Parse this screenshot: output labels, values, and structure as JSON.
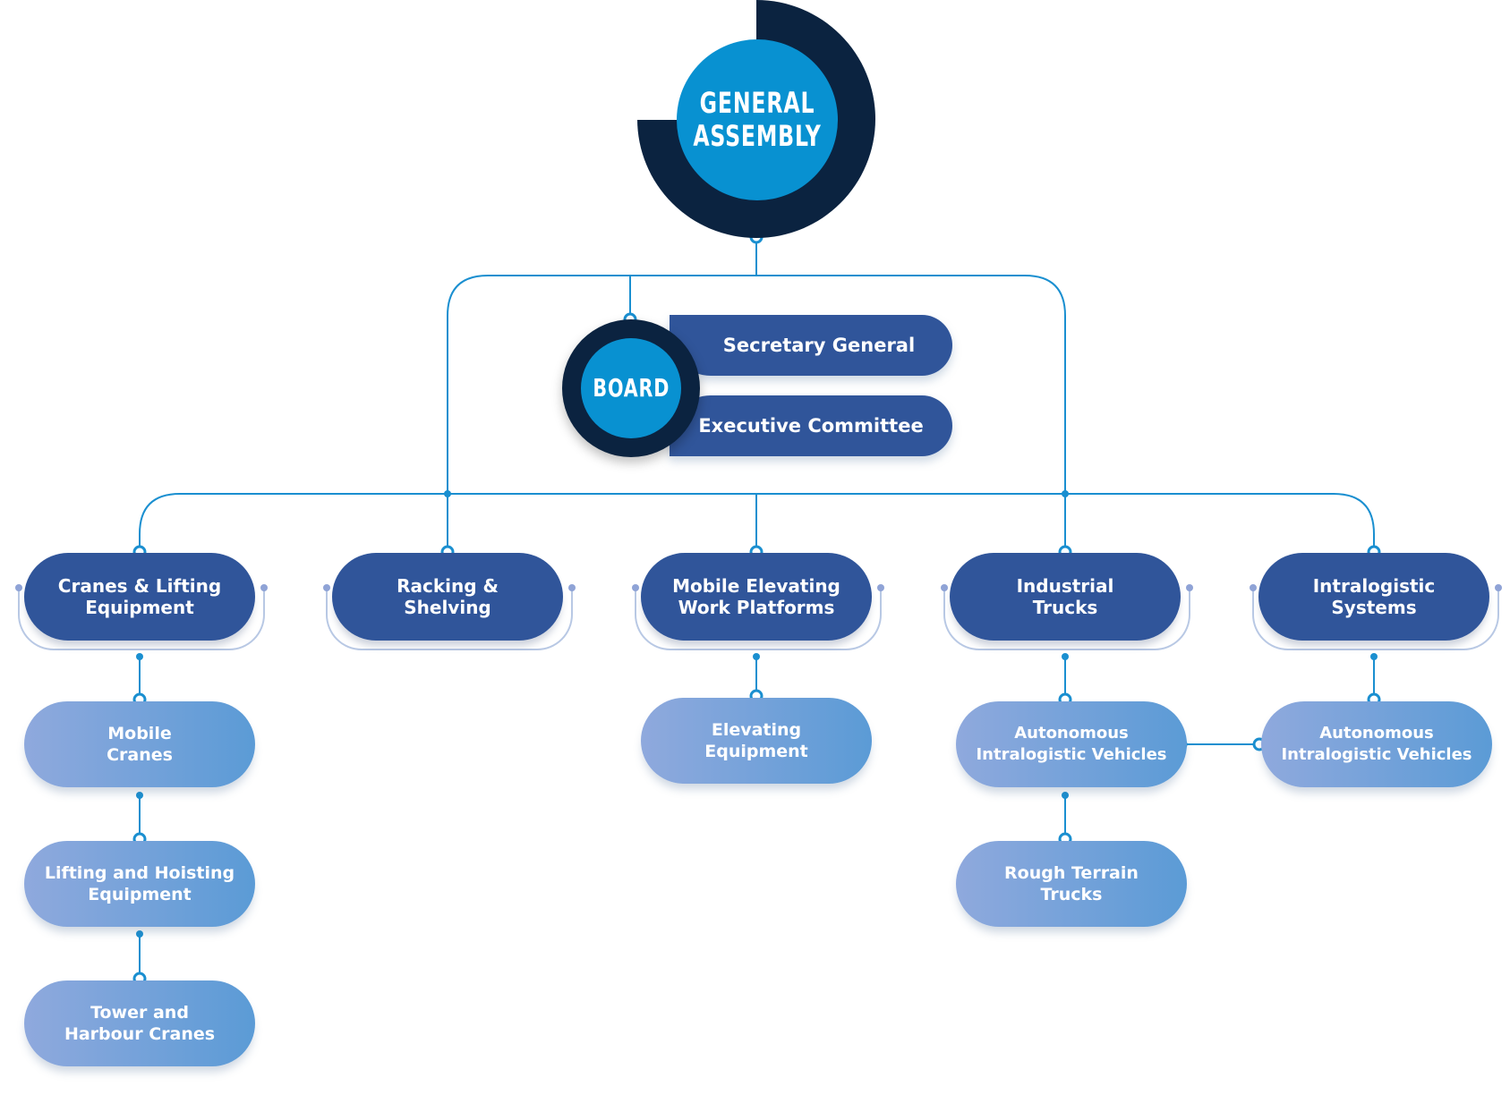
{
  "general_assembly": {
    "label": "GENERAL\nASSEMBLY"
  },
  "board": {
    "label": "BOARD",
    "secretary_general": "Secretary General",
    "executive_committee": "Executive Committee"
  },
  "categories": [
    {
      "label": "Cranes & Lifting Equipment"
    },
    {
      "label": "Racking & Shelving"
    },
    {
      "label": "Mobile Elevating Work Platforms"
    },
    {
      "label": "Industrial Trucks"
    },
    {
      "label": "Intralogistic Systems"
    }
  ],
  "subs": {
    "mobile_cranes": "Mobile Cranes",
    "lifting_hoisting": "Lifting and Hoisting Equipment",
    "tower_harbour": "Tower and Harbour Cranes",
    "elevating_equipment": "Elevating Equipment",
    "aiv_trucks": "Autonomous Intralogistic Vehicles",
    "rough_terrain": "Rough Terrain Trucks",
    "aiv_systems": "Autonomous Intralogistic Vehicles"
  },
  "colors": {
    "navy": "#0b2340",
    "bright_blue": "#0891d1",
    "node_blue": "#30559a",
    "line_blue": "#1a8fd0"
  }
}
